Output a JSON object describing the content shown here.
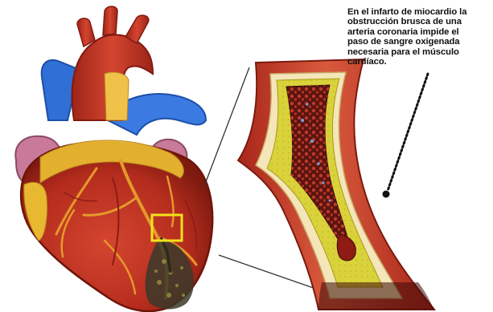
{
  "annotation": {
    "text": "En el infarto de miocardio la\nobstrucción  brusca de una\narteria coronaria impide el\npaso de sangre oxigenada\nnecesaria para el músculo\ncardíaco."
  },
  "colors": {
    "background": "#ffffff",
    "muscle_red": "#c0392b",
    "muscle_dark": "#8e1b14",
    "vein_blue": "#2f6fd6",
    "fat_yellow": "#e8b830",
    "atrium_pink": "#c97a9a",
    "highlight_box": "#f1e21a",
    "plaque_yellow": "#d9d23a",
    "blood_cells": "#c0392b"
  },
  "icons": {
    "heart": "heart-illustration",
    "artery": "artery-cross-section-illustration",
    "pointer": "dotted-pointer"
  }
}
